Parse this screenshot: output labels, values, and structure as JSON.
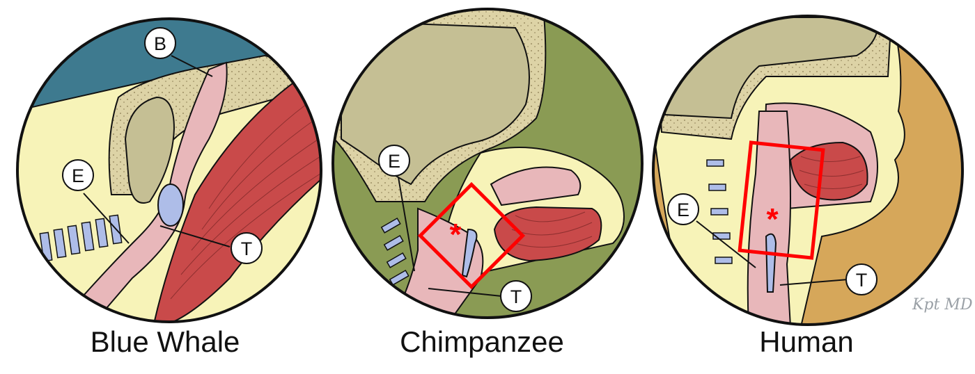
{
  "panels": [
    {
      "caption": "Blue Whale",
      "labels": [
        "B",
        "E",
        "T"
      ],
      "background": "#3e7a8f"
    },
    {
      "caption": "Chimpanzee",
      "labels": [
        "E",
        "T"
      ],
      "asterisk": "*",
      "background": "#8a9b54"
    },
    {
      "caption": "Human",
      "labels": [
        "E",
        "T"
      ],
      "asterisk": "*",
      "background": "#d6a75a"
    }
  ],
  "signature": "Kpt MD",
  "colors": {
    "outline": "#111111",
    "tissue_pink": "#e8b7ba",
    "muscle_red": "#c94a4a",
    "cream": "#f7f3b8",
    "bone_beige": "#d8d0a8",
    "cartilage_blue": "#aebde8",
    "highlight_red": "#ff0000"
  }
}
